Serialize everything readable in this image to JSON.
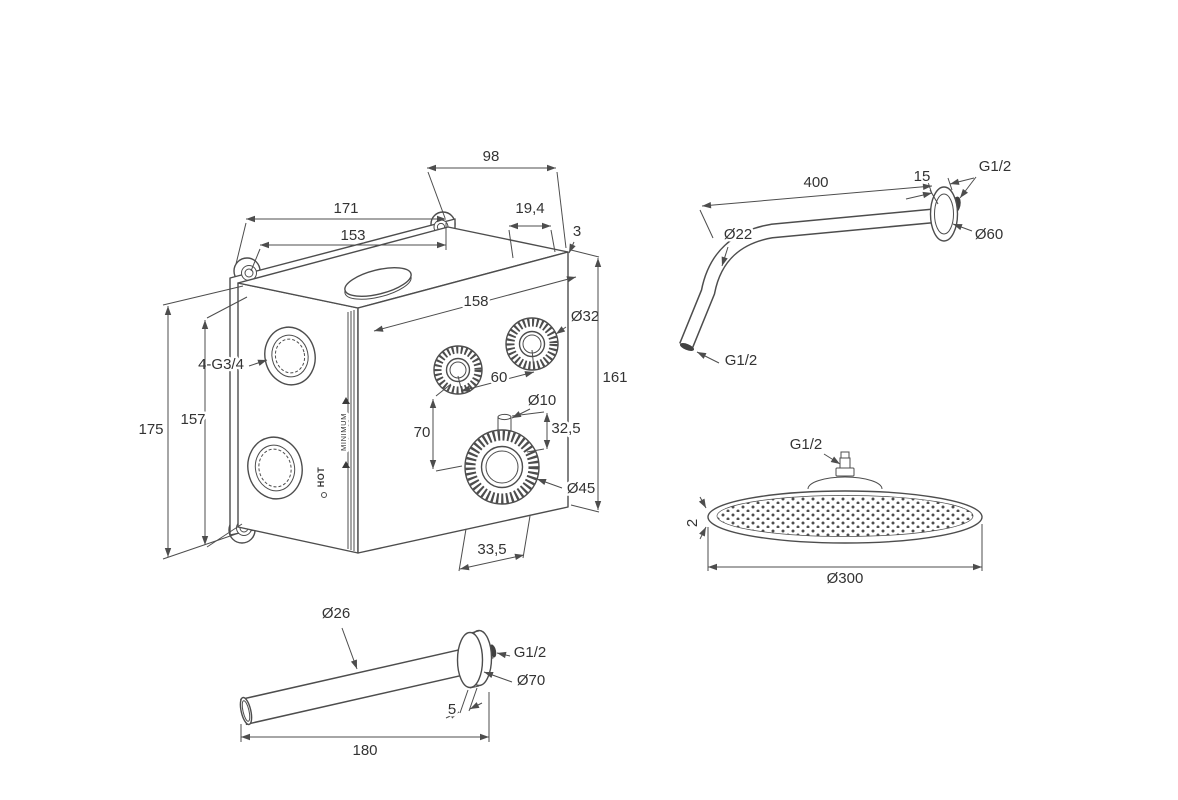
{
  "colors": {
    "line": "#4d4d4d",
    "text": "#333333",
    "dark_fill": "#414141",
    "background": "#ffffff"
  },
  "valve": {
    "depth": "98",
    "width_outer": "171",
    "width_inner": "153",
    "top_offset": "19,4",
    "gasket": "3",
    "face_width": "158",
    "knob_dia": "Ø32",
    "knob_spacing": "60",
    "stub_dia": "Ø10",
    "knob_drop": "70",
    "stub_offset": "32,5",
    "big_knob_dia": "Ø45",
    "face_height": "161",
    "connections": "4-G3/4",
    "height_outer": "175",
    "height_inner": "157",
    "bottom_offset": "33,5",
    "hot": "HOT",
    "minimum": "MINIMUM"
  },
  "arm": {
    "length": "400",
    "flange_depth": "15",
    "thread_wall": "G1/2",
    "flange_dia": "Ø60",
    "tube_dia": "Ø22",
    "thread_end": "G1/2"
  },
  "head": {
    "thread": "G1/2",
    "thickness": "2",
    "diameter": "Ø300"
  },
  "spout": {
    "tube_dia": "Ø26",
    "thread": "G1/2",
    "flange_dia": "Ø70",
    "flange_thickness": "5",
    "length": "180"
  }
}
